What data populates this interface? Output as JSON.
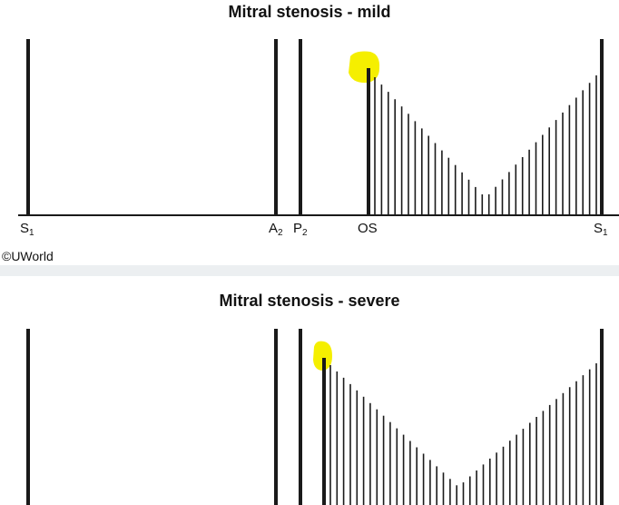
{
  "panels": [
    {
      "title": "Mitral stenosis - mild",
      "labels": {
        "s1_left": {
          "main": "S",
          "sub": "1"
        },
        "a2": {
          "main": "A",
          "sub": "2"
        },
        "p2": {
          "main": "P",
          "sub": "2"
        },
        "os": {
          "main": "OS"
        },
        "s1_right": {
          "main": "S",
          "sub": "1"
        }
      }
    },
    {
      "title": "Mitral stenosis - severe"
    }
  ],
  "copyright": "©UWorld",
  "highlight_color": "#f5ef00",
  "line_color": "#1a1a1a"
}
